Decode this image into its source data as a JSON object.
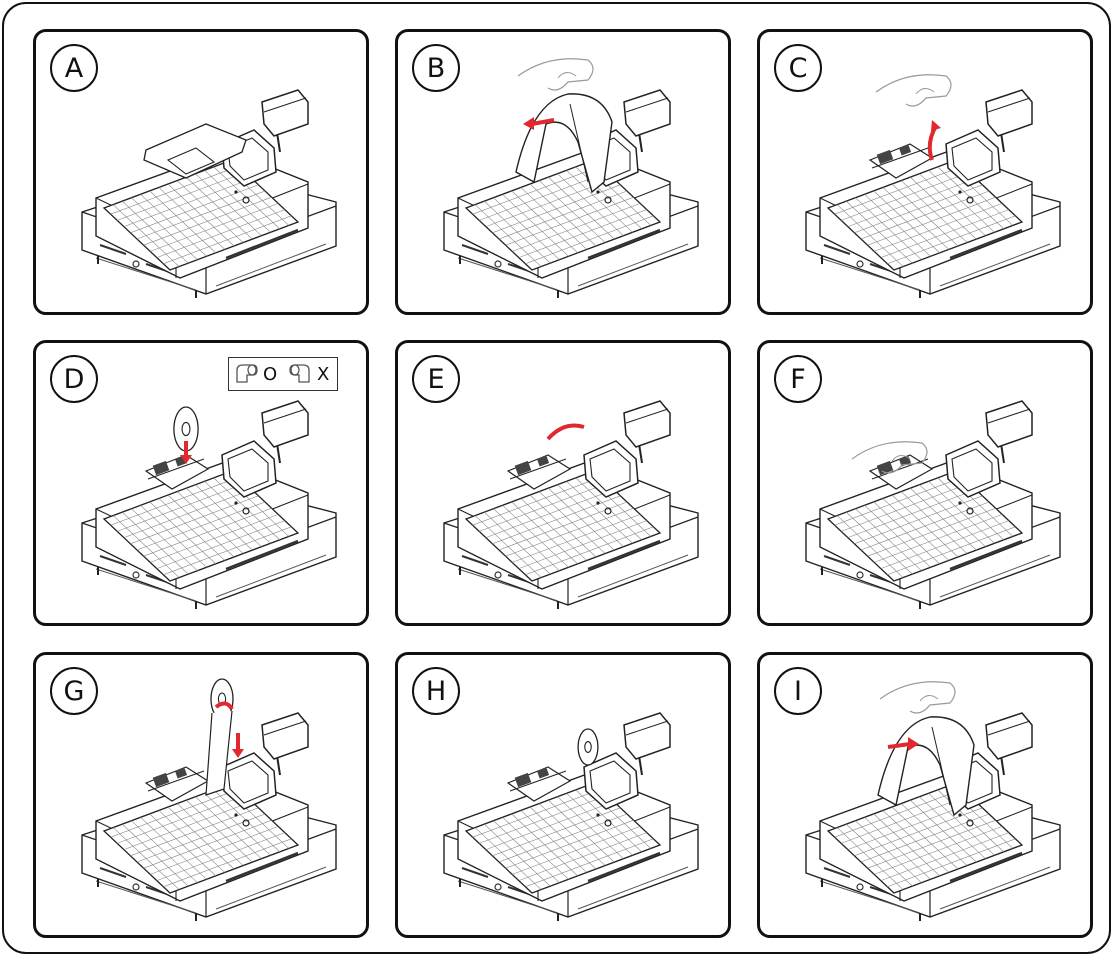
{
  "panels": [
    {
      "label": "A"
    },
    {
      "label": "B"
    },
    {
      "label": "C"
    },
    {
      "label": "D"
    },
    {
      "label": "E"
    },
    {
      "label": "F"
    },
    {
      "label": "G"
    },
    {
      "label": "H"
    },
    {
      "label": "I"
    }
  ],
  "legend": {
    "correct": "O",
    "wrong": "X"
  },
  "colors": {
    "arrow": "#e0282e",
    "line": "#222222",
    "panel_border": "#111111"
  }
}
